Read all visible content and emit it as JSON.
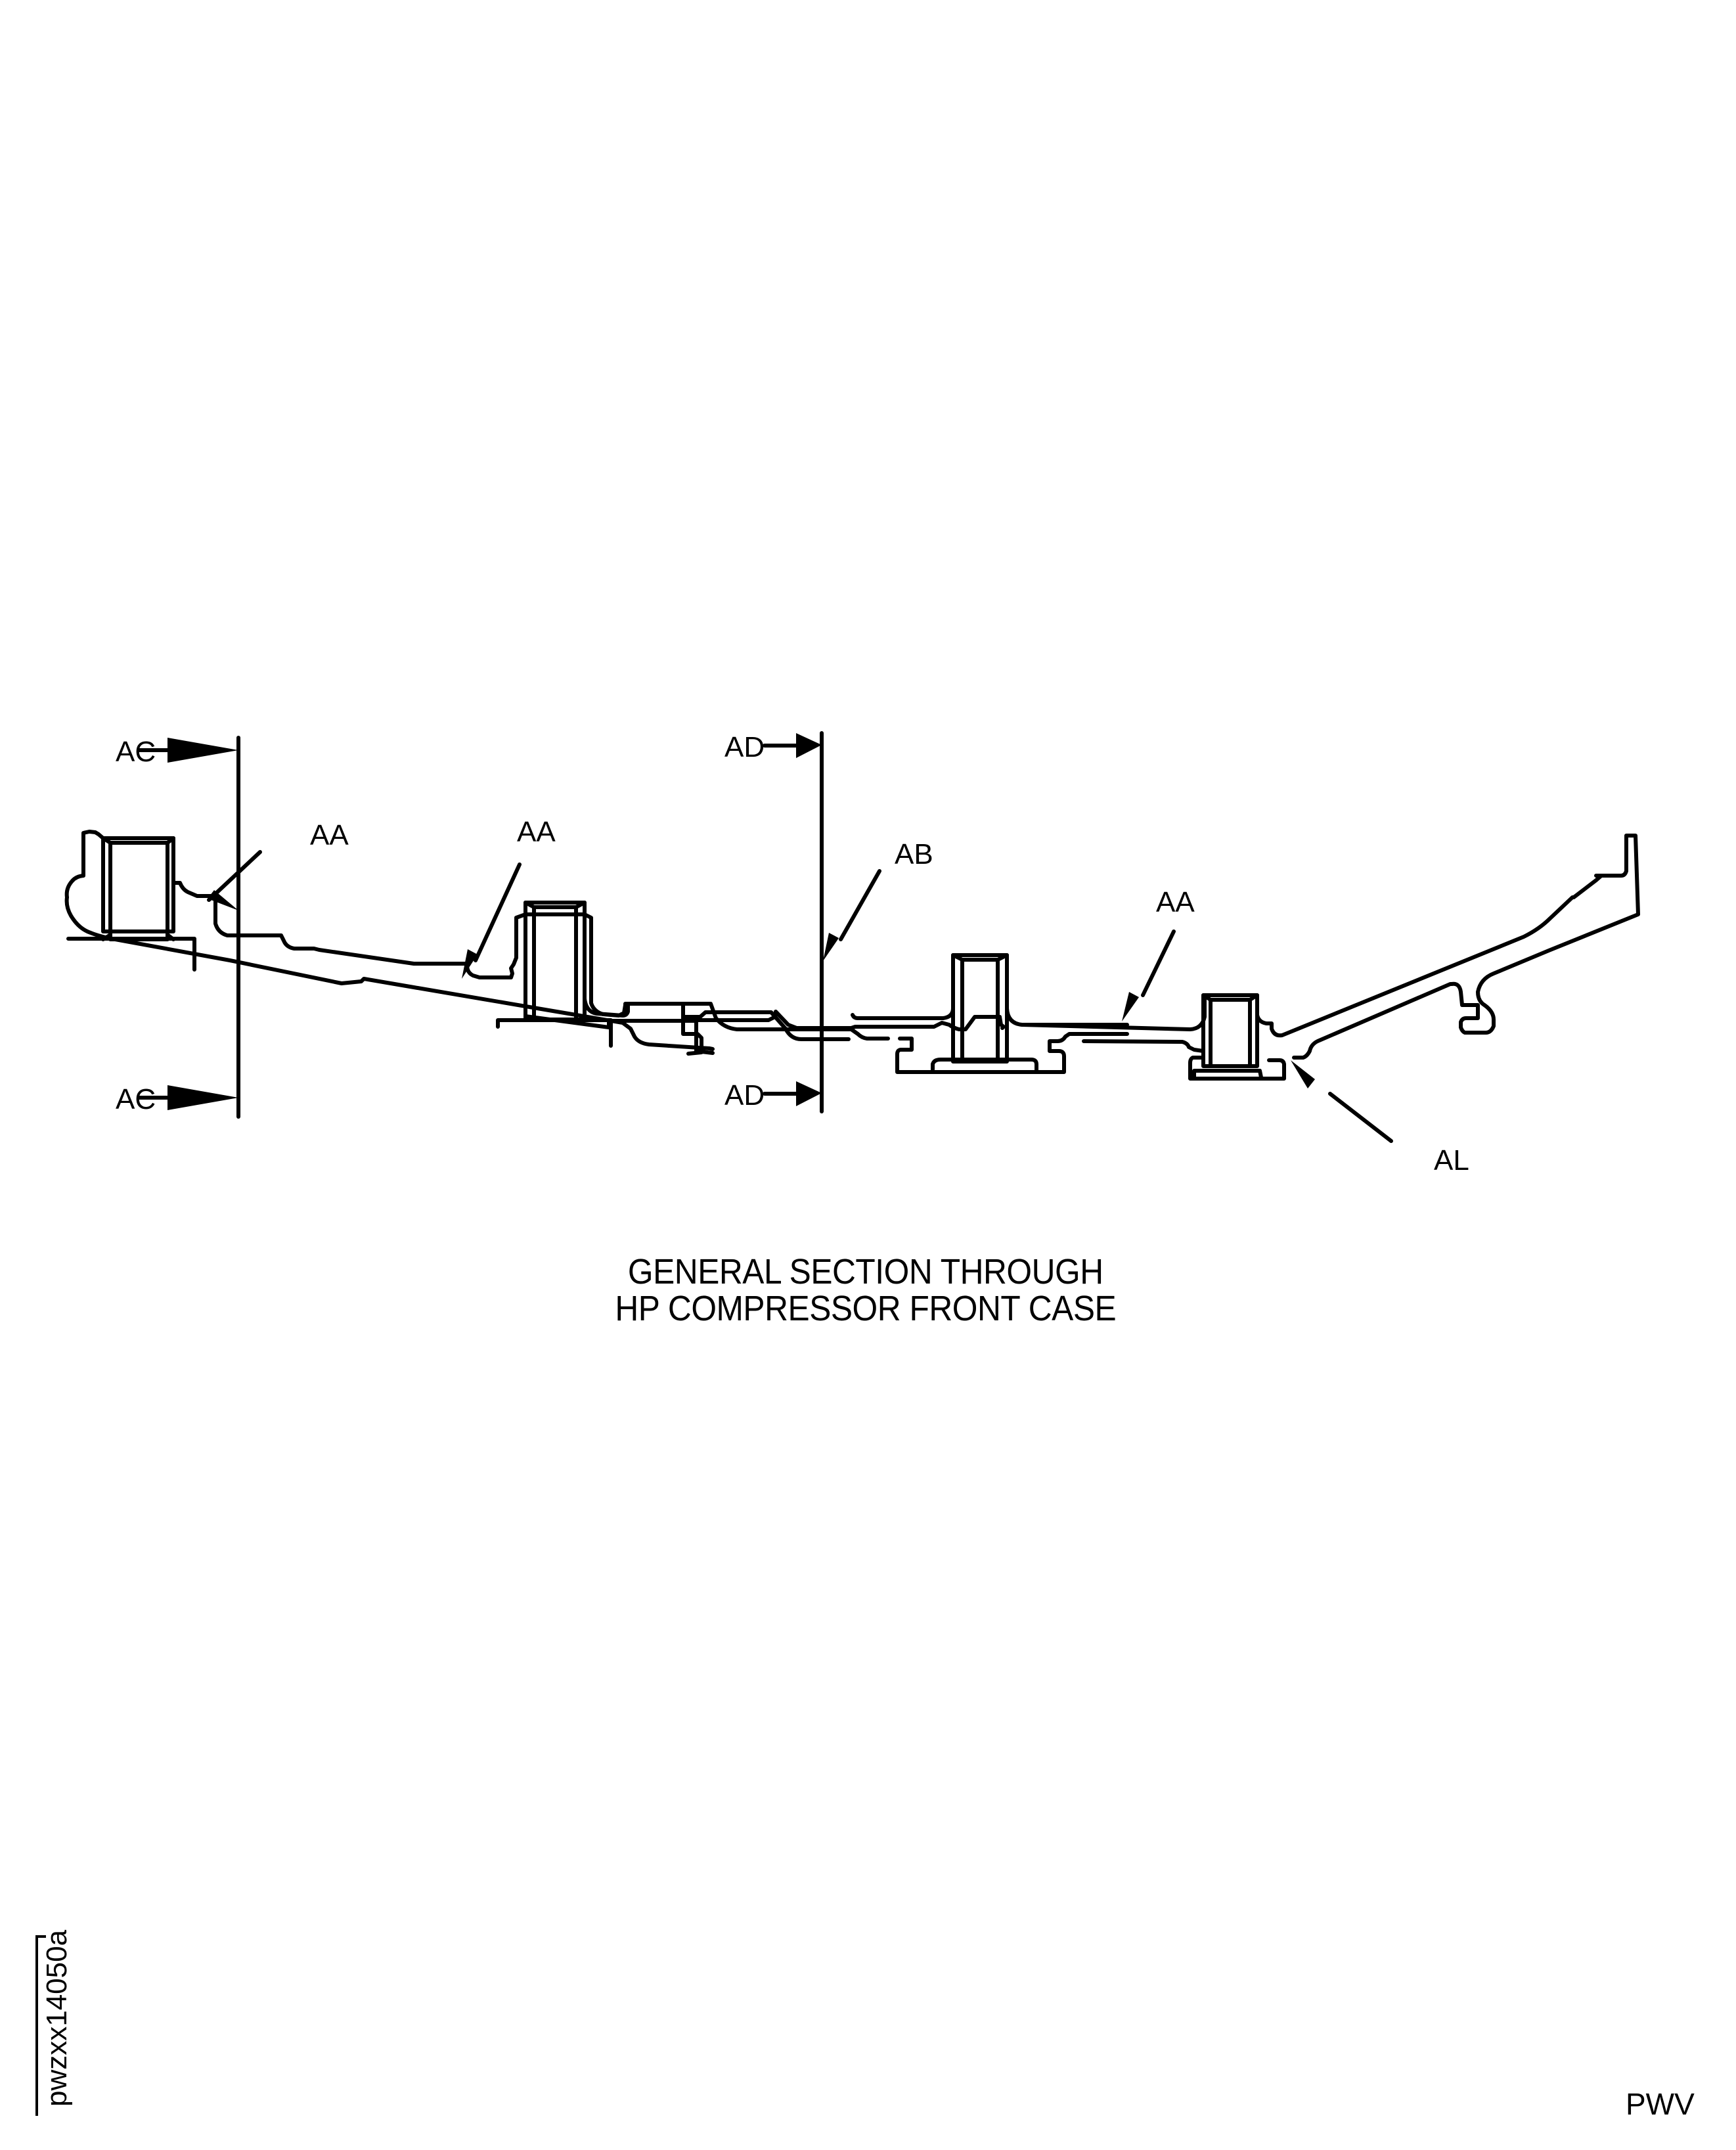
{
  "diagram": {
    "title_line_1": "GENERAL SECTION THROUGH",
    "title_line_2": "HP COMPRESSOR FRONT CASE",
    "section_markers": [
      {
        "label": "AC",
        "position": "top"
      },
      {
        "label": "AC",
        "position": "bottom"
      },
      {
        "label": "AD",
        "position": "top"
      },
      {
        "label": "AD",
        "position": "bottom"
      }
    ],
    "callouts": [
      {
        "label": "AA",
        "target": "front flange shoulder"
      },
      {
        "label": "AA",
        "target": "forward case wall"
      },
      {
        "label": "AB",
        "target": "mid case wall at section AD"
      },
      {
        "label": "AA",
        "target": "rear case wall"
      },
      {
        "label": "AL",
        "target": "rear boss fillet"
      }
    ],
    "figure_id": "pwzxx14050a",
    "corner_tag": "PWV",
    "line_color": "#000000",
    "background_color": "#ffffff"
  }
}
